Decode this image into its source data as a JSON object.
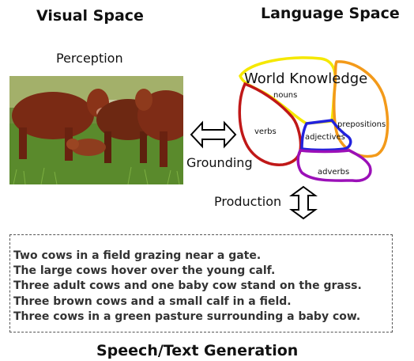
{
  "visual_space": {
    "title": "Visual Space",
    "perception_label": "Perception",
    "photo_icon": "cows-in-field-photo"
  },
  "language_space": {
    "title": "Language Space",
    "knowledge_title": "World Knowledge",
    "regions": [
      {
        "label": "nouns",
        "color": "#f5e800"
      },
      {
        "label": "verbs",
        "color": "#c01818"
      },
      {
        "label": "adjectives",
        "color": "#2222dd"
      },
      {
        "label": "prepositions",
        "color": "#f39a1a"
      },
      {
        "label": "adverbs",
        "color": "#9b10b8"
      }
    ]
  },
  "arrows": {
    "grounding_label": "Grounding",
    "production_label": "Production"
  },
  "generation": {
    "title": "Speech/Text Generation",
    "sentences": [
      "Two cows in a field grazing near a gate.",
      "The large cows hover over the young calf.",
      "Three adult cows and one baby cow stand on the grass.",
      "Three brown cows and a small calf in a field.",
      "Three cows in a green pasture surrounding a baby cow."
    ]
  }
}
